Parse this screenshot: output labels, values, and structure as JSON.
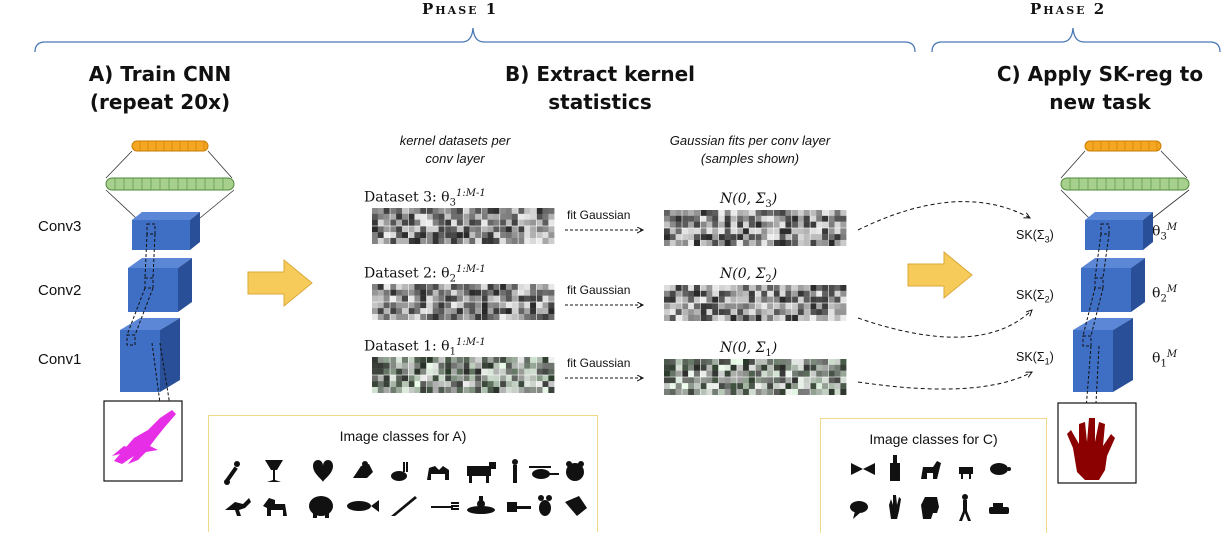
{
  "phases": {
    "phase1": "Phase 1",
    "phase2": "Phase 2"
  },
  "sections": {
    "a_title": "A) Train CNN\n(repeat 20x)",
    "b_title": "B) Extract kernel\nstatistics",
    "c_title": "C) Apply SK-reg to\nnew task"
  },
  "subheads": {
    "datasets": "kernel datasets per\nconv layer",
    "fits": "Gaussian fits per conv layer\n(samples shown)"
  },
  "conv_labels": [
    "Conv3",
    "Conv2",
    "Conv1"
  ],
  "datasets": [
    {
      "name": "Dataset 3:  θ",
      "sub": "3",
      "sup": "1:M-1",
      "fit": "fit Gaussian",
      "gauss": "N(0, Σ",
      "gauss_sub": "3",
      "sk": "SK(Σ",
      "sk_sub": "3",
      "theta": "θ",
      "theta_sub": "3",
      "theta_sup": "M"
    },
    {
      "name": "Dataset 2:  θ",
      "sub": "2",
      "sup": "1:M-1",
      "fit": "fit Gaussian",
      "gauss": "N(0, Σ",
      "gauss_sub": "2",
      "sk": "SK(Σ",
      "sk_sub": "2",
      "theta": "θ",
      "theta_sub": "2",
      "theta_sup": "M"
    },
    {
      "name": "Dataset 1:  θ",
      "sub": "1",
      "sup": "1:M-1",
      "fit": "fit Gaussian",
      "gauss": "N(0, Σ",
      "gauss_sub": "1",
      "sk": "SK(Σ",
      "sk_sub": "1",
      "theta": "θ",
      "theta_sub": "1",
      "theta_sup": "M"
    }
  ],
  "image_classes_a": "Image classes for A)",
  "image_classes_c": "Image classes for C)",
  "colors": {
    "conv_blue": "#3f6fc4",
    "arrow_yellow": "#f7cb5a",
    "magenta": "#e62ee6",
    "dark_red": "#8b0000",
    "brace_blue": "#4a78b5",
    "box_border": "#f2d98a"
  }
}
